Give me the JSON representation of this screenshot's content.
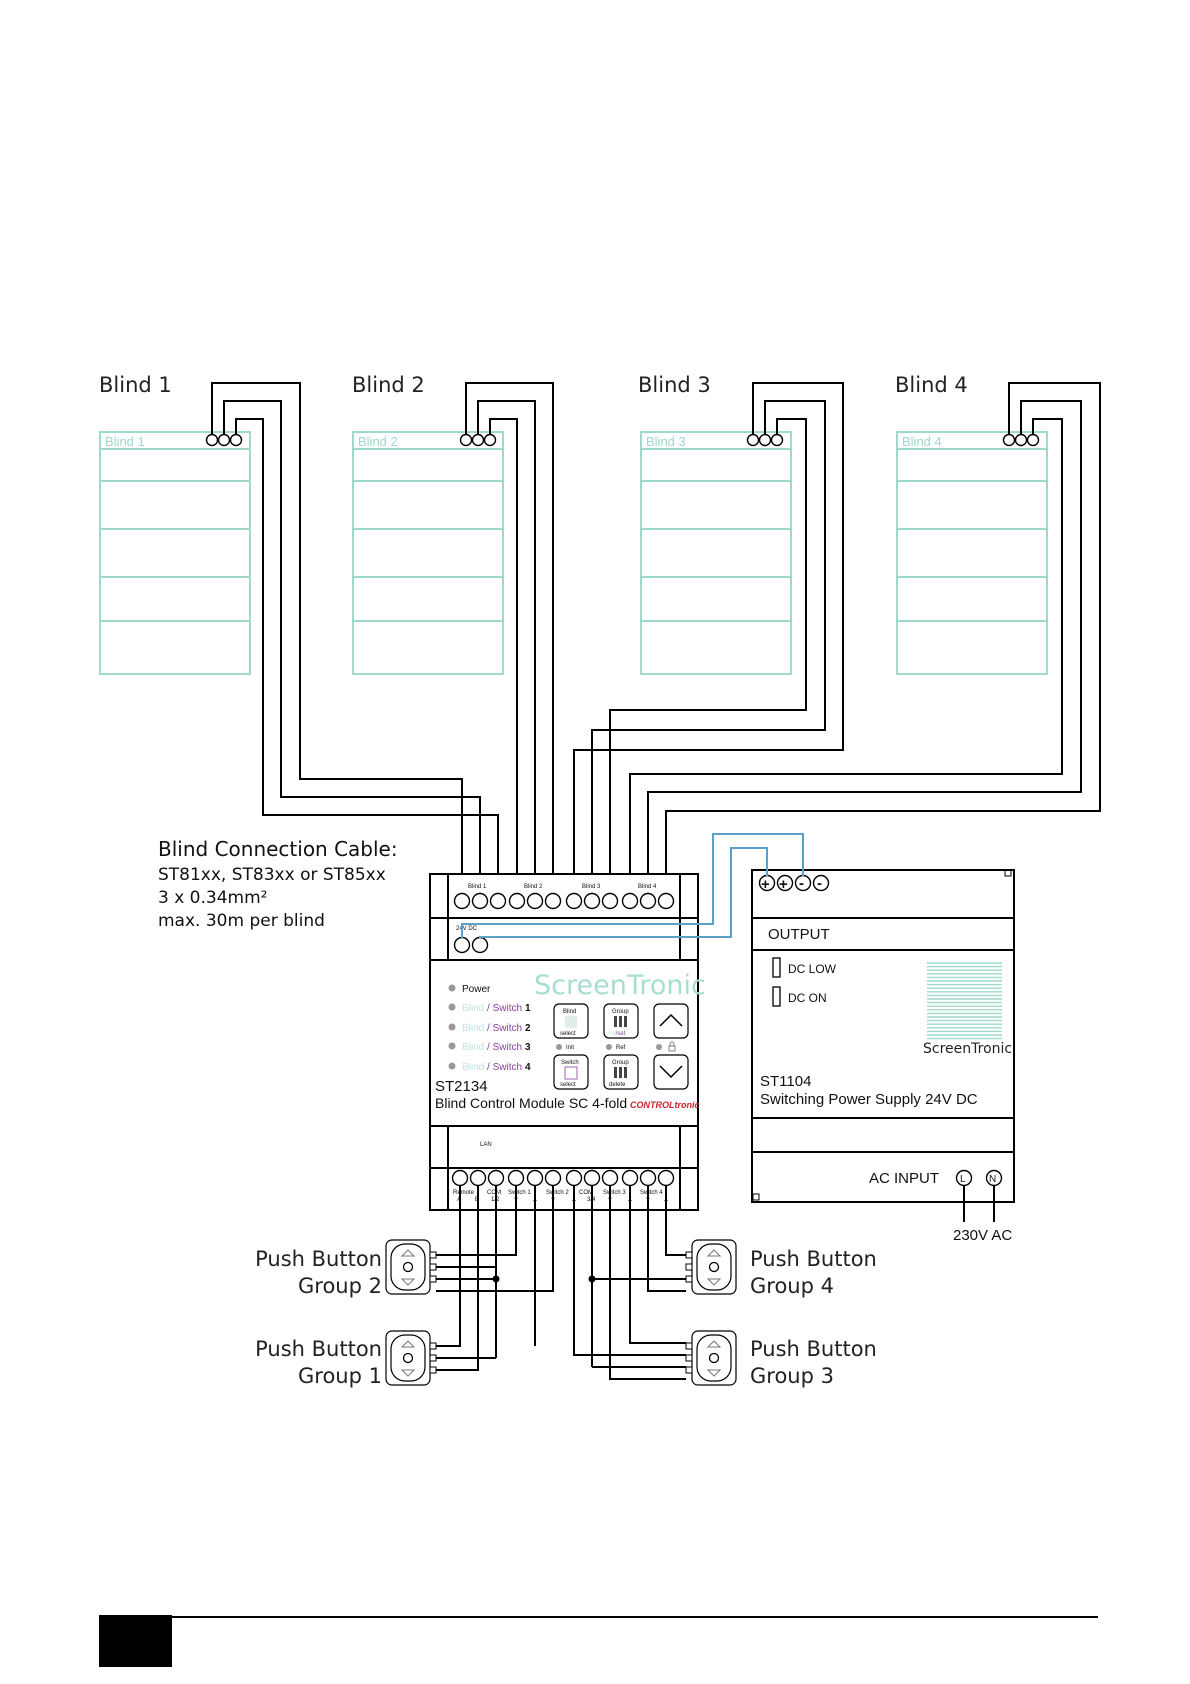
{
  "blinds": {
    "headers": [
      "Blind 1",
      "Blind 2",
      "Blind 3",
      "Blind 4"
    ],
    "panel_labels": [
      "Blind 1",
      "Blind 2",
      "Blind 3",
      "Blind 4"
    ]
  },
  "cable": {
    "title": "Blind Connection Cable:",
    "lines": [
      "ST81xx, ST83xx or ST85xx",
      "3 x 0.34mm²",
      "max. 30m per blind"
    ]
  },
  "module": {
    "model": "ST2134",
    "description": "Blind Control Module SC 4-fold",
    "brand": "ScreenTronic",
    "logo": "CONTROLtronic",
    "top_terminal_labels": [
      "Blind 1",
      "Blind 2",
      "Blind 3",
      "Blind 4"
    ],
    "dc_label": "24V DC",
    "lan_label": "LAN",
    "leds": [
      {
        "blind": "",
        "switch": "Power",
        "num": ""
      },
      {
        "blind": "Blind",
        "switch": " / Switch",
        "num": "1"
      },
      {
        "blind": "Blind",
        "switch": " / Switch",
        "num": "2"
      },
      {
        "blind": "Blind",
        "switch": " / Switch",
        "num": "3"
      },
      {
        "blind": "Blind",
        "switch": " / Switch",
        "num": "4"
      }
    ],
    "buttons": {
      "blind_top": "Blind",
      "blind_bottom": "select",
      "group_top": "Group",
      "group_init": "init",
      "group_set": "/set",
      "init": "Init",
      "ref": "Ref",
      "switch_top": "Switch",
      "switch_bottom": "select",
      "group2_top": "Group",
      "group2_bottom": "delete"
    },
    "bottom_terminal_labels": [
      "Remote",
      "COM",
      "Switch 1",
      "Switch 2",
      "COM",
      "Switch 3",
      "Switch 4"
    ],
    "bottom_terminal_sub": [
      "A",
      "B",
      "1/2",
      "▼",
      "▲",
      "▼",
      "▲",
      "3/4",
      "▼",
      "▲",
      "▼",
      "▲"
    ]
  },
  "power_supply": {
    "model": "ST1104",
    "description": "Switching Power Supply 24V DC",
    "brand": "ScreenTronic",
    "output_label": "OUTPUT",
    "dc_low": "DC LOW",
    "dc_on": "DC ON",
    "ac_input": "AC INPUT",
    "terminal_l": "L",
    "terminal_n": "N",
    "voltage": "230V AC",
    "plus": "+",
    "minus": "-"
  },
  "push_buttons": [
    {
      "line1": "Push Button",
      "line2": "Group 2"
    },
    {
      "line1": "Push Button",
      "line2": "Group 1"
    },
    {
      "line1": "Push Button",
      "line2": "Group 4"
    },
    {
      "line1": "Push Button",
      "line2": "Group 3"
    }
  ],
  "colors": {
    "panel": "#9fd8cc",
    "wire_blue": "#5aa0c8",
    "purple": "#8a3fa0",
    "red": "#d0202a"
  }
}
